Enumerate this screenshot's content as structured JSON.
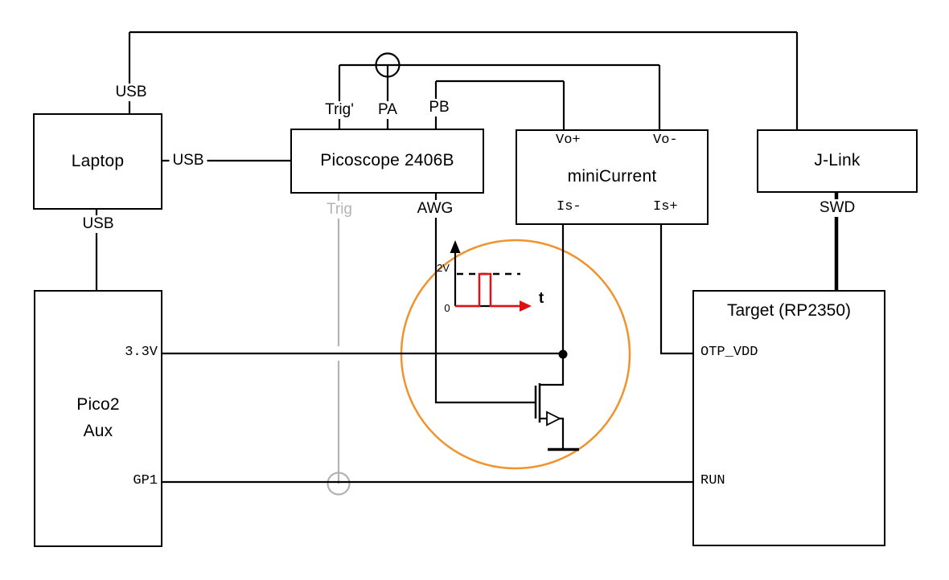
{
  "boxes": {
    "laptop": {
      "title": "Laptop"
    },
    "picoscope": {
      "title": "Picoscope 2406B"
    },
    "minicurrent": {
      "title": "miniCurrent",
      "ports": {
        "vo_plus": "Vo+",
        "vo_minus": "Vo-",
        "is_minus": "Is-",
        "is_plus": "Is+"
      }
    },
    "jlink": {
      "title": "J-Link"
    },
    "pico2aux": {
      "title_line1": "Pico2",
      "title_line2": "Aux",
      "ports": {
        "v33": "3.3V",
        "gp1": "GP1"
      }
    },
    "target": {
      "title": "Target (RP2350)",
      "ports": {
        "otp_vdd": "OTP_VDD",
        "run": "RUN"
      }
    }
  },
  "connections": {
    "usb_laptop_top": "USB",
    "usb_laptop_right": "USB",
    "usb_laptop_bottom": "USB",
    "trig_prime": "Trig'",
    "pa": "PA",
    "pb": "PB",
    "trig_muted": "Trig",
    "awg": "AWG",
    "swd": "SWD"
  },
  "inset_plot": {
    "level_label": "2V",
    "zero_label": "0",
    "time_label": "t",
    "waveform": "single rectangular pulse from 0 V up to 2 V and back"
  },
  "colors": {
    "wire_black": "#000000",
    "muted_gray": "#b3b3b3",
    "signal_red": "#e01111",
    "highlight_orange": "#f0932d"
  }
}
